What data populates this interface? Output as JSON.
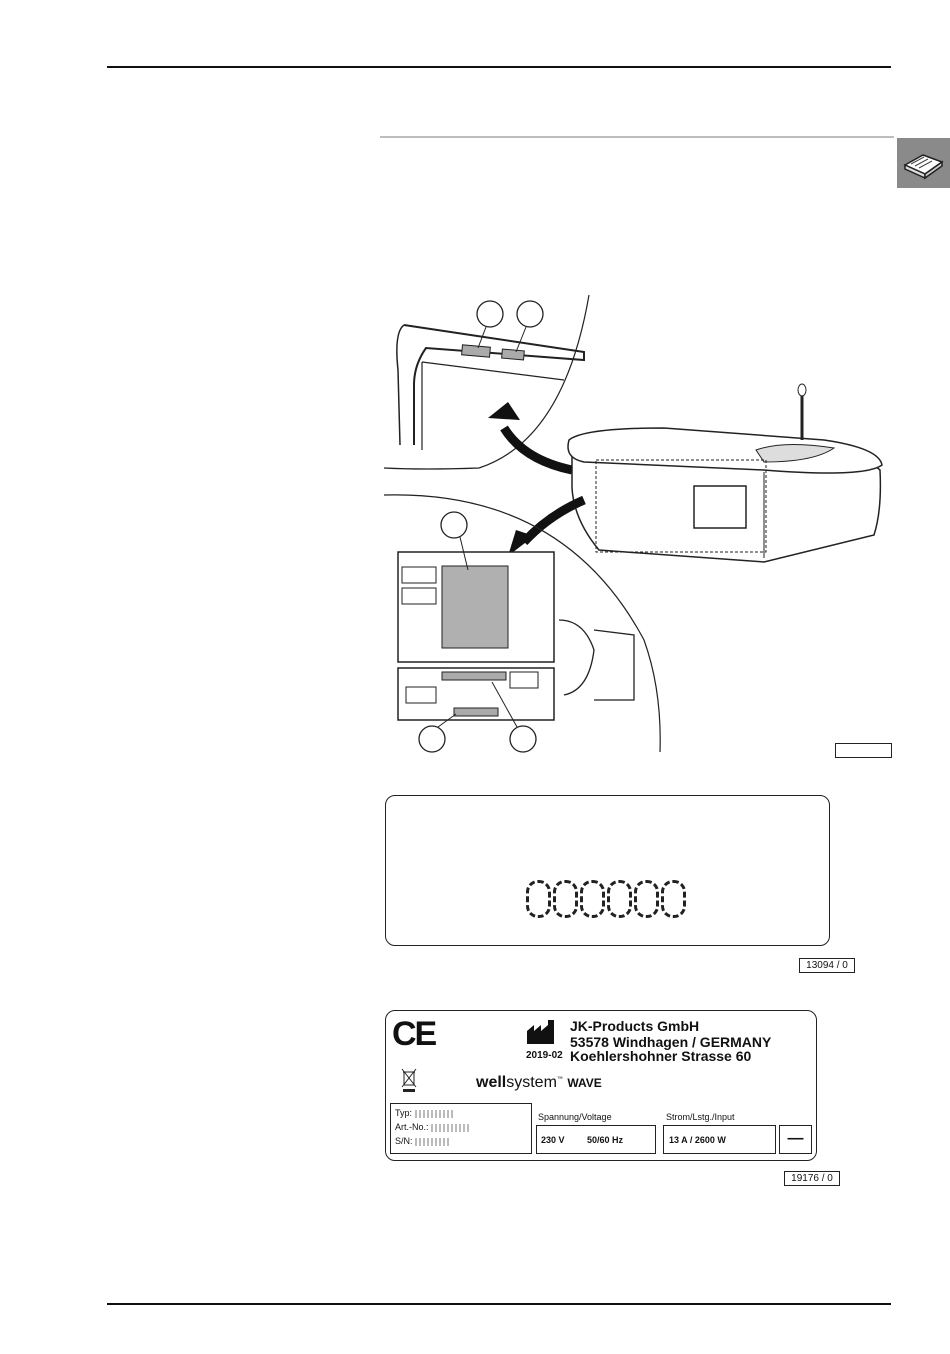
{
  "figure_refs": {
    "ref1": "",
    "ref2": "13094 / 0",
    "ref3": "19176 / 0"
  },
  "nameplate": {
    "ce_mark": "CE",
    "company_line1": "JK-Products GmbH",
    "company_line2": "53578 Windhagen / GERMANY",
    "date": "2019-02",
    "address": "Koehlershohner Strasse 60",
    "brand_bold": "well",
    "brand_rest": "system",
    "brand_tm": "™",
    "model": "WAVE",
    "typ_label": "Typ:",
    "art_label": "Art.-No.:",
    "sn_label": "S/N:",
    "voltage_label": "Spannung/Voltage",
    "voltage_value": "230 V",
    "frequency_value": "50/60 Hz",
    "input_label": "Strom/Lstg./Input",
    "input_value": "13 A / 2600 W",
    "class_symbol": "—"
  },
  "icons": [
    "book-icon",
    "factory-icon",
    "crossed-bin-icon"
  ]
}
